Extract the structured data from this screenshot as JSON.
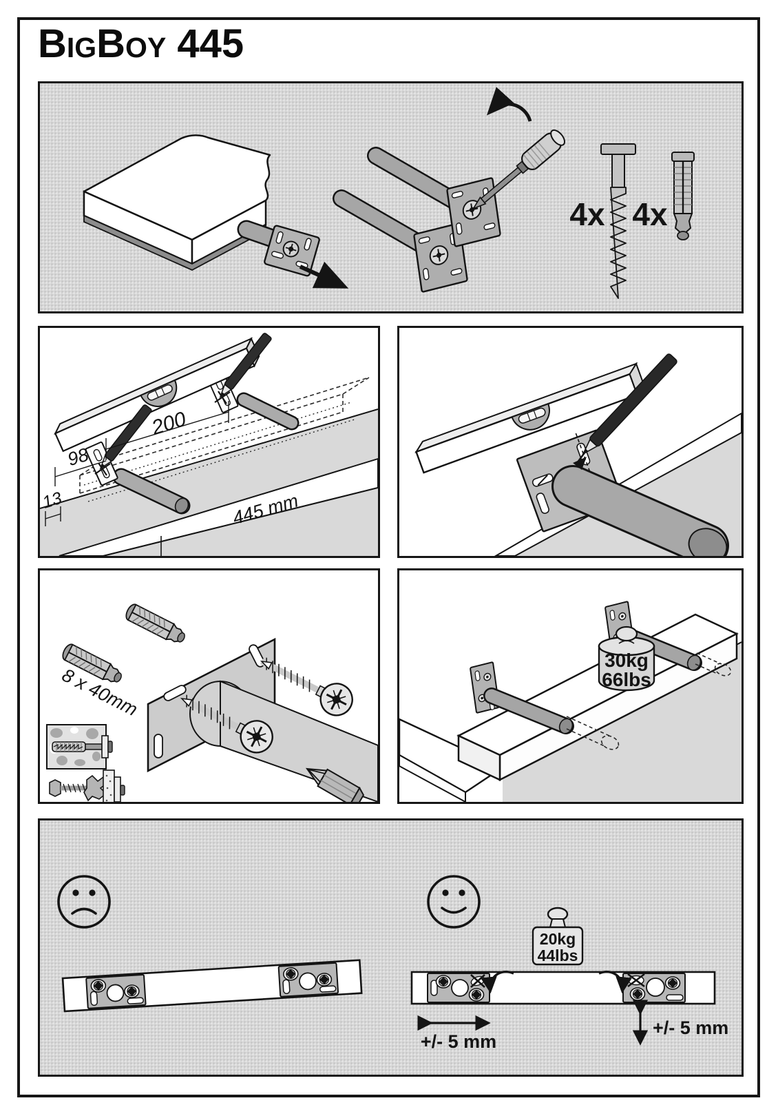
{
  "page": {
    "title": "BigBoy 445"
  },
  "panels": {
    "parts": {
      "screws_count": "4x",
      "plugs_count": "4x"
    },
    "marking": {
      "hole_spacing": "200",
      "edge_distance": "98",
      "depth_offset": "13",
      "shelf_width": "445 mm"
    },
    "drilling": {
      "plug_size": "8 x 40mm"
    },
    "load": {
      "capacity_kg": "30kg",
      "capacity_lbs": "66lbs"
    },
    "adjust": {
      "test_weight_kg": "20kg",
      "test_weight_lbs": "44lbs",
      "horizontal_range": "+/- 5 mm",
      "vertical_range": "+/- 5 mm"
    }
  }
}
